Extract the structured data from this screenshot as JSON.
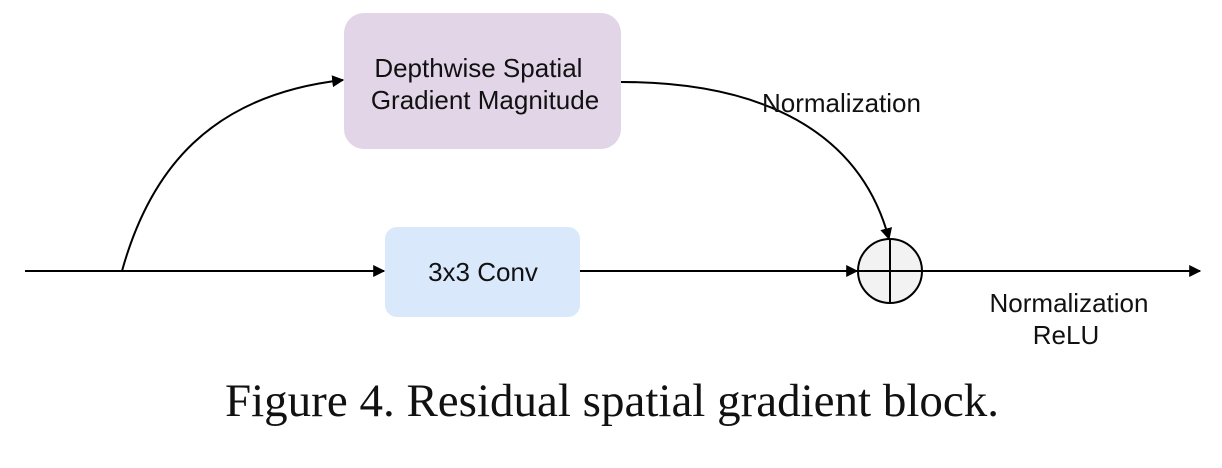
{
  "diagram": {
    "nodes": {
      "gradient_box": {
        "lines": [
          "Depthwise Spatial",
          "Gradient Magnitude"
        ],
        "fill": "#e1d5e7"
      },
      "conv_box": {
        "label": "3x3 Conv",
        "fill": "#dae8fc"
      },
      "sum_node": {
        "symbol": "⊕",
        "fill": "#f2f2f2"
      }
    },
    "edge_labels": {
      "upper_norm": "Normalization",
      "output_norm": "Normalization",
      "output_relu": "ReLU"
    }
  },
  "caption": "Figure 4. Residual spatial gradient block."
}
